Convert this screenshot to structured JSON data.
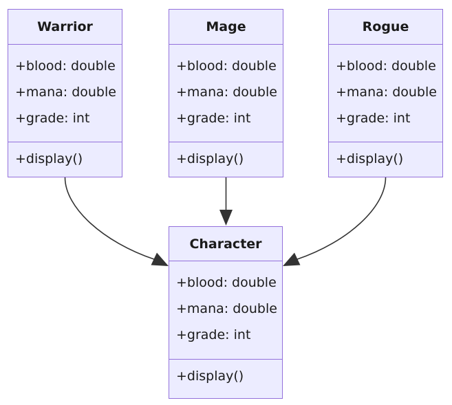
{
  "diagram": {
    "type": "uml-class-diagram",
    "classes": [
      {
        "name": "Warrior",
        "attributes": [
          "+blood: double",
          "+mana: double",
          "+grade: int"
        ],
        "methods": [
          "+display()"
        ]
      },
      {
        "name": "Mage",
        "attributes": [
          "+blood: double",
          "+mana: double",
          "+grade: int"
        ],
        "methods": [
          "+display()"
        ]
      },
      {
        "name": "Rogue",
        "attributes": [
          "+blood: double",
          "+mana: double",
          "+grade: int"
        ],
        "methods": [
          "+display()"
        ]
      },
      {
        "name": "Character",
        "attributes": [
          "+blood: double",
          "+mana: double",
          "+grade: int"
        ],
        "methods": [
          "+display()"
        ]
      }
    ],
    "relations": [
      {
        "from": "Warrior",
        "to": "Character",
        "arrow": "solid-arrowhead"
      },
      {
        "from": "Mage",
        "to": "Character",
        "arrow": "solid-arrowhead"
      },
      {
        "from": "Rogue",
        "to": "Character",
        "arrow": "solid-arrowhead"
      }
    ],
    "colors": {
      "node_fill": "#ECECFF",
      "node_border": "#9370DB",
      "text": "#1a1a1a",
      "arrow": "#333333",
      "background": "#ffffff"
    }
  }
}
